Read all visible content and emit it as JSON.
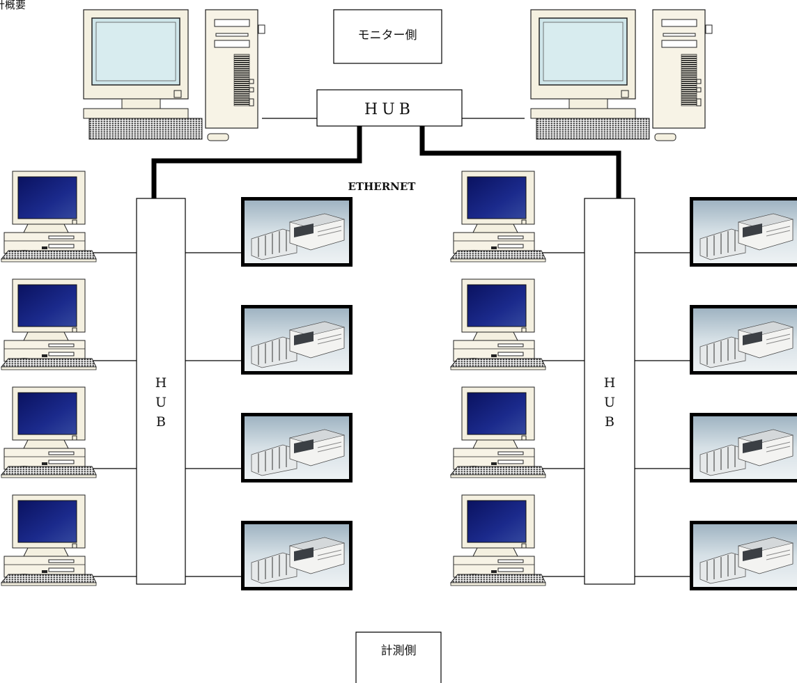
{
  "header": {
    "title": "計概要"
  },
  "monitor_side": {
    "label": "モニター側"
  },
  "central_hub": {
    "label": "HUB"
  },
  "network": {
    "label": "ETHERNET"
  },
  "left_hub": {
    "label_chars": [
      "H",
      "U",
      "B"
    ]
  },
  "right_hub": {
    "label_chars": [
      "H",
      "U",
      "B"
    ]
  },
  "measurement_side": {
    "label": "計測側"
  },
  "icons": {
    "monitor_pc": "desktop-computer-icon",
    "terminal_pc": "workstation-icon",
    "recorder": "data-recorder-photo"
  },
  "colors": {
    "screen_blue": "#1b2a8c",
    "screen_light": "#cfe6ea",
    "cable_thick": "#000000",
    "cable_thin": "#000000"
  }
}
